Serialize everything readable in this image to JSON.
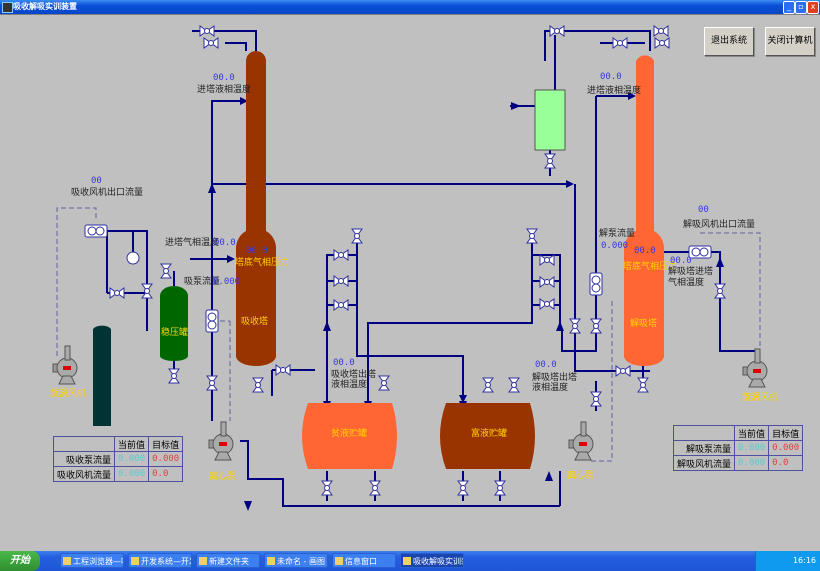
{
  "window": {
    "title": "吸收解吸实训装置",
    "controls": [
      "minimize",
      "restore",
      "close"
    ]
  },
  "buttons": {
    "exit_system": "退出系统",
    "shutdown": "关闭计算机"
  },
  "equipment": {
    "absorber": "吸收塔",
    "desorber": "解吸塔",
    "surge_tank": "稳压罐",
    "lean_tank": "贫液贮罐",
    "rich_tank": "富液贮罐",
    "vortex_fan_left": "旋涡风机",
    "vortex_fan_right": "旋涡风机",
    "pump_left": "离心泵",
    "pump_right": "离心泵"
  },
  "readings": {
    "abs_inlet_liquid_temp": {
      "label": "进塔液相温度",
      "value": "00.0"
    },
    "abs_fan_outlet_flow": {
      "label": "吸收风机出口流量",
      "value": "00"
    },
    "abs_inlet_gas_temp": {
      "label": "进塔气相温度",
      "value": "00.0"
    },
    "abs_bottom_pressure": {
      "label": "塔底气相压力",
      "value": "00.0"
    },
    "abs_pump_flow": {
      "label": "吸泵流量",
      "value": "0.000"
    },
    "abs_outlet_liquid_temp": {
      "label1": "吸收塔出塔",
      "label2": "液相温度",
      "value": "00.0"
    },
    "des_inlet_liquid_temp": {
      "label": "进塔液相温度",
      "value": "00.0"
    },
    "des_pump_flow": {
      "label": "解泵流量",
      "value": "0.000"
    },
    "des_bottom_pressure": {
      "label": "塔底气相压力",
      "value": "00.0"
    },
    "des_fan_outlet_flow": {
      "label": "解吸风机出口流量",
      "value": "00"
    },
    "des_inlet_gas_temp": {
      "label1": "解吸塔进塔",
      "label2": "气相温度",
      "value": "00.0"
    },
    "des_outlet_liquid_temp": {
      "label1": "解吸塔出塔",
      "label2": "液相温度",
      "value": "00.0"
    }
  },
  "tables": {
    "left": {
      "headers": [
        "",
        "当前值",
        "目标值"
      ],
      "rows": [
        {
          "name": "吸收泵流量",
          "current": "0.000",
          "target": "0.000"
        },
        {
          "name": "吸收风机流量",
          "current": "0.000",
          "target": "0.0"
        }
      ]
    },
    "right": {
      "headers": [
        "",
        "当前值",
        "目标值"
      ],
      "rows": [
        {
          "name": "解吸泵流量",
          "current": "0.000",
          "target": "0.000"
        },
        {
          "name": "解吸风机流量",
          "current": "0.000",
          "target": "0.0"
        }
      ]
    }
  },
  "colors": {
    "absorber": "#993300",
    "desorber": "#ff6633",
    "surge_tank": "#006600",
    "lean_tank": "#ff6633",
    "rich_tank": "#993300",
    "separator": "#99ff99",
    "pipe": "#000080",
    "dark_column": "#003333"
  },
  "taskbar": {
    "start": "开始",
    "tasks": [
      "工程浏览器—吸...",
      "开发系统—开发系统",
      "新建文件夹",
      "未命名 - 画图",
      "信息窗口",
      "吸收解吸实训装置"
    ],
    "clock": "16:16"
  }
}
